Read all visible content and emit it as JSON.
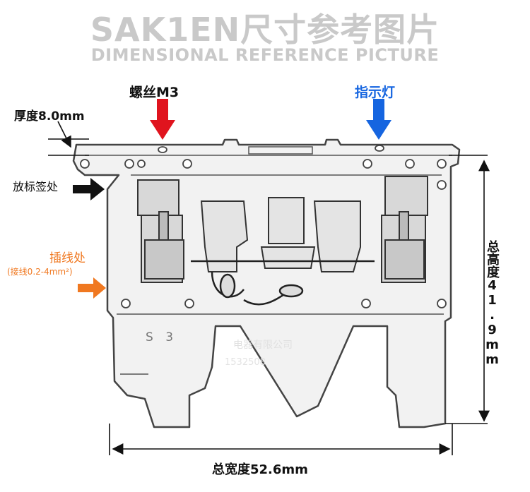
{
  "title": {
    "main": "SAK1EN尺寸参考图片",
    "sub": "DIMENSIONAL REFERENCE PICTURE"
  },
  "labels": {
    "screw": "螺丝M3",
    "indicator": "指示灯",
    "thickness": "厚度8.0mm",
    "label_place": "放标签处",
    "insert": "插线处",
    "wire_range": "(接线0.2-4mm²)",
    "total_width": "总宽度52.6mm",
    "total_height": "总高度41.9mm"
  },
  "part_mark": "S 3",
  "watermark": {
    "line1": "电器有限公司",
    "line2": "1532508"
  },
  "colors": {
    "screw_arrow": "#e0141e",
    "indicator_arrow": "#1565e0",
    "insert_arrow": "#f07820",
    "label_arrow": "#111111",
    "title": "#c9c9c9"
  }
}
